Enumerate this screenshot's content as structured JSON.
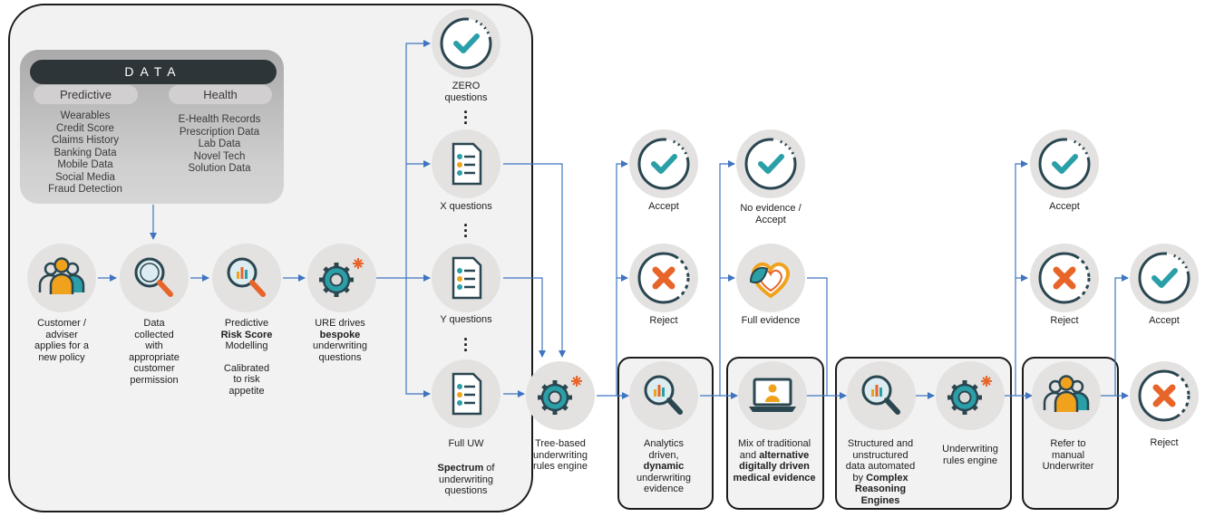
{
  "data_box": {
    "title": "DATA",
    "predictive": {
      "label": "Predictive",
      "items": [
        "Wearables",
        "Credit Score",
        "Claims History",
        "Banking Data",
        "Mobile Data",
        "Social Media",
        "Fraud Detection"
      ]
    },
    "health": {
      "label": "Health",
      "items": [
        "E-Health Records",
        "Prescription Data",
        "Lab Data",
        "Novel Tech",
        "Solution Data"
      ]
    }
  },
  "flow": {
    "customer": [
      "Customer /",
      "adviser",
      "applies for a",
      "new policy"
    ],
    "data_collected": [
      "Data",
      "collected",
      "with",
      "appropriate",
      "customer",
      "permission"
    ],
    "predictive": {
      "line1": "Predictive",
      "line2": "Risk Score",
      "line3": "Modelling",
      "calibrated": [
        "Calibrated",
        "to risk",
        "appetite"
      ]
    },
    "ure": {
      "line1": "URE drives",
      "line2": "bespoke",
      "line3": "underwriting",
      "line4": "questions"
    },
    "questions": {
      "zero": [
        "ZERO",
        "questions"
      ],
      "x": "X questions",
      "y": "Y questions",
      "full": "Full UW",
      "spectrum_bold": "Spectrum",
      "spectrum_rest1": " of",
      "spectrum_rest2": "underwriting",
      "spectrum_rest3": "questions"
    },
    "tree_engine": [
      "Tree-based",
      "underwriting",
      "rules engine"
    ],
    "first_outcome": {
      "accept": "Accept",
      "reject": "Reject"
    },
    "analytics": {
      "l1": "Analytics",
      "l2": "driven,",
      "l3": "dynamic",
      "l4": "underwriting",
      "l5": "evidence"
    },
    "second_outcome": {
      "no_evidence": [
        "No evidence /",
        "Accept"
      ],
      "full_evidence": "Full evidence"
    },
    "mix": {
      "l1": "Mix of traditional",
      "l2a": "and ",
      "l2b": "alternative",
      "l3": "digitally driven",
      "l4": "medical evidence"
    },
    "structured": {
      "l1": "Structured and",
      "l2": "unstructured",
      "l3": "data automated",
      "l4a": "by ",
      "l4b": "Complex",
      "l5": "Reasoning",
      "l6": "Engines"
    },
    "uw_engine": [
      "Underwriting",
      "rules engine"
    ],
    "third_outcome": {
      "accept": "Accept",
      "reject": "Reject"
    },
    "refer": [
      "Refer to",
      "manual",
      "Underwriter"
    ],
    "final_outcome": {
      "accept": "Accept",
      "reject": "Reject"
    }
  },
  "colors": {
    "arrow": "#3f74c0",
    "check": "#2a9fa8",
    "reject": "#e8652a",
    "icon_dark": "#2a4650",
    "node_bg": "#e4e2e1"
  }
}
